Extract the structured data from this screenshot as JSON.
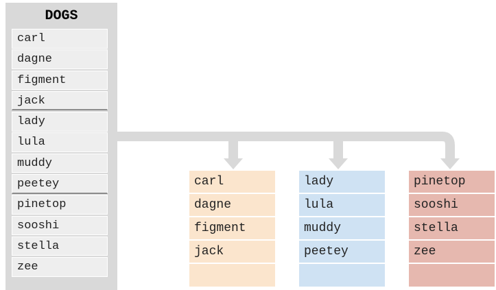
{
  "dogs": {
    "title": "DOGS",
    "items": [
      "carl",
      "dagne",
      "figment",
      "jack",
      "lady",
      "lula",
      "muddy",
      "peetey",
      "pinetop",
      "sooshi",
      "stella",
      "zee"
    ],
    "group_ends": [
      3,
      7
    ]
  },
  "groups": [
    {
      "items": [
        "carl",
        "dagne",
        "figment",
        "jack",
        ""
      ],
      "color": "#fbe5cd"
    },
    {
      "items": [
        "lady",
        "lula",
        "muddy",
        "peetey",
        ""
      ],
      "color": "#cfe2f3"
    },
    {
      "items": [
        "pinetop",
        "sooshi",
        "stella",
        "zee",
        ""
      ],
      "color": "#e6b8af"
    }
  ],
  "colors": {
    "connector": "#d9d9d9",
    "panel": "#d9d9d9",
    "row": "#eeeeee",
    "divider": "#8c8c8c"
  }
}
